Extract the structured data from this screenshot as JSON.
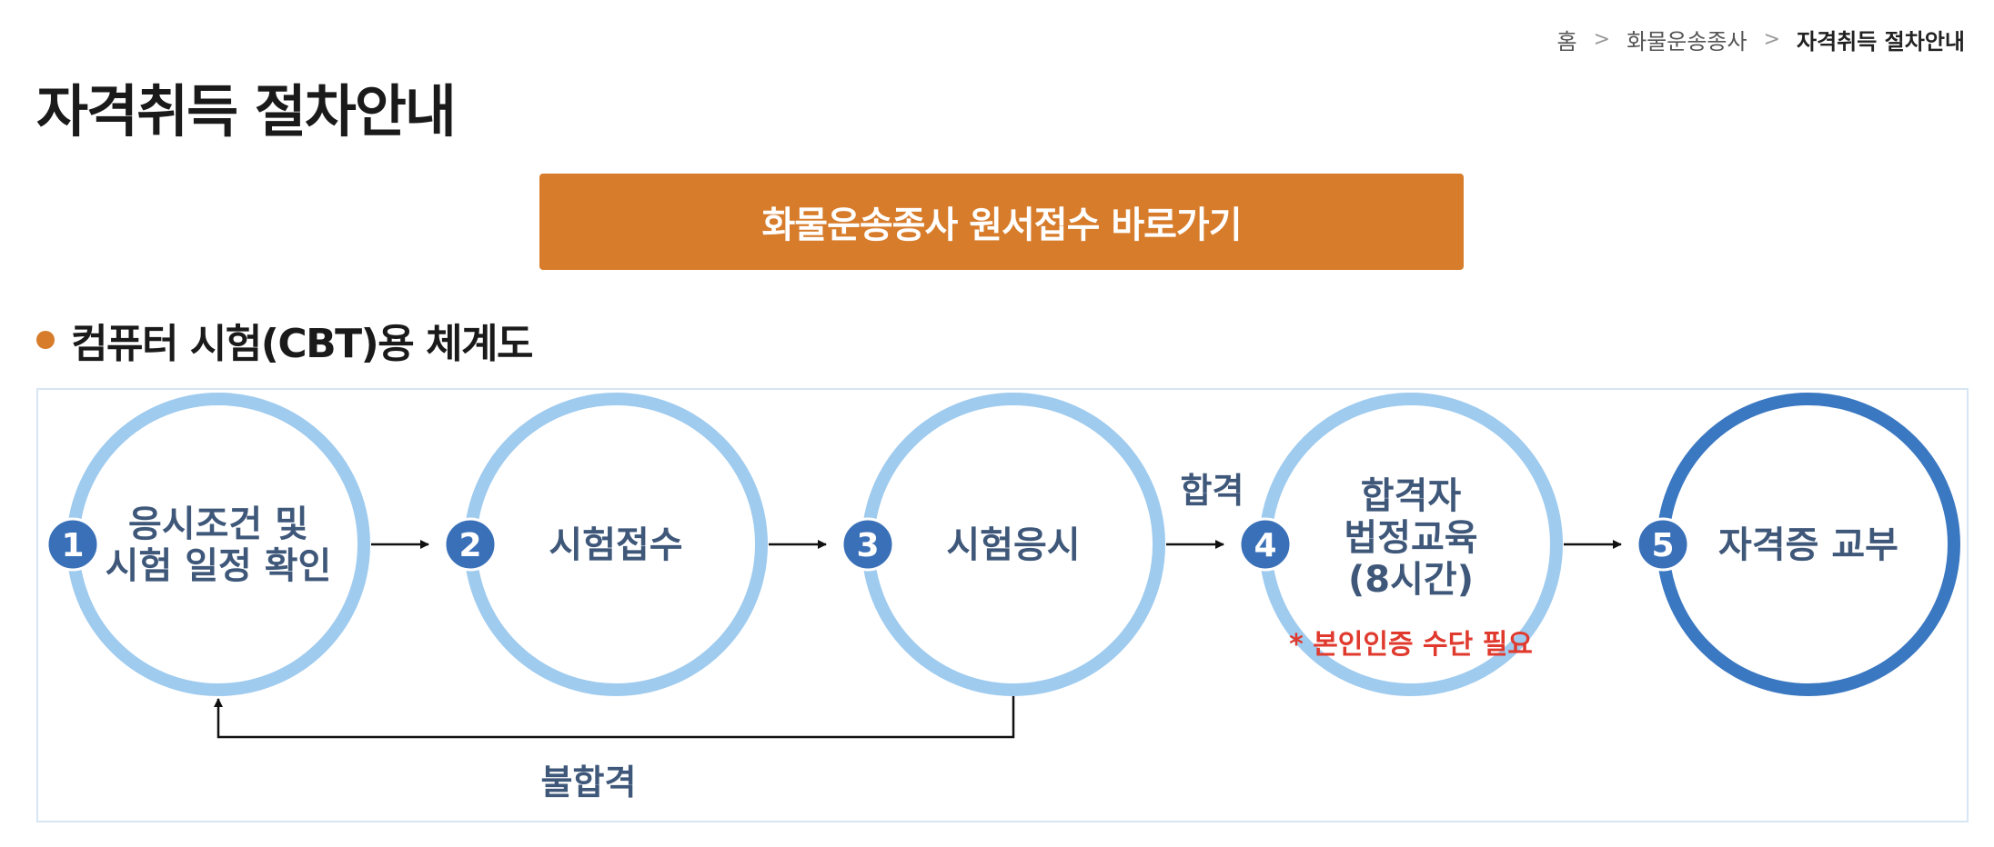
{
  "breadcrumb": {
    "home": "홈",
    "category": "화물운송종사",
    "current": "자격취득 절차안내"
  },
  "page_title": "자격취득 절차안내",
  "apply_button": {
    "label": "화물운송종사 원서접수 바로가기",
    "color": "#d77c2b"
  },
  "section": {
    "title": "컴퓨터 시험(CBT)용 체계도",
    "bullet_color": "#d77c2b"
  },
  "diagram": {
    "steps": [
      {
        "number": "1",
        "lines": [
          "응시조건 및",
          "시험 일정 확인"
        ]
      },
      {
        "number": "2",
        "lines": [
          "시험접수"
        ]
      },
      {
        "number": "3",
        "lines": [
          "시험응시"
        ]
      },
      {
        "number": "4",
        "lines": [
          "합격자",
          "법정교육",
          "(8시간)"
        ],
        "note": "* 본인인증 수단 필요"
      },
      {
        "number": "5",
        "lines": [
          "자격증 교부"
        ]
      }
    ],
    "pass_label": "합격",
    "fail_label": "불합격",
    "colors": {
      "ring_light": "#9fcbef",
      "ring_dark": "#3b78c2",
      "badge": "#3a70b8",
      "text": "#3f587a",
      "note": "#e03a2e"
    }
  }
}
